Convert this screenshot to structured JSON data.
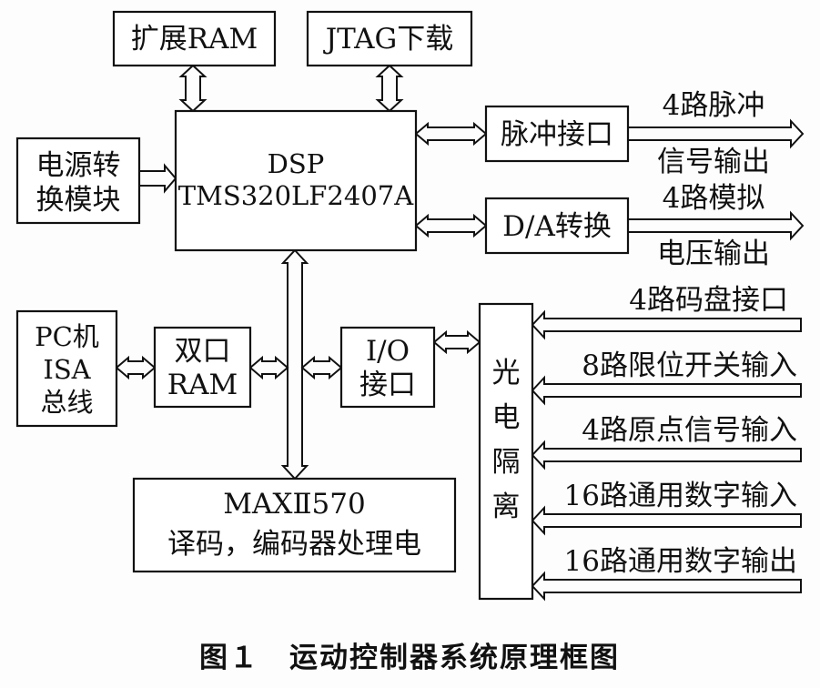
{
  "blocks": {
    "ext_ram": "扩展RAM",
    "jtag": "JTAG下载",
    "power": [
      "电源转",
      "换模块"
    ],
    "dsp": [
      "DSP",
      "TMS320LF2407A"
    ],
    "pulse_if": "脉冲接口",
    "da": "D/A转换",
    "pc_isa": [
      "PC机",
      "ISA",
      "总线"
    ],
    "dpram": [
      "双口",
      "RAM"
    ],
    "io": [
      "I/O",
      "接口"
    ],
    "opto": [
      "光",
      "电",
      "隔",
      "离"
    ],
    "cpld": [
      "MAXⅡ570",
      "译码，编码器处理电"
    ]
  },
  "outputs": {
    "pulse": [
      "4路脉冲",
      "信号输出"
    ],
    "analog": [
      "4路模拟",
      "电压输出"
    ]
  },
  "inputs": [
    "4路码盘接口",
    "8路限位开关输入",
    "4路原点信号输入",
    "16路通用数字输入",
    "16路通用数字输出"
  ],
  "caption": "图１　运动控制器系统原理框图"
}
